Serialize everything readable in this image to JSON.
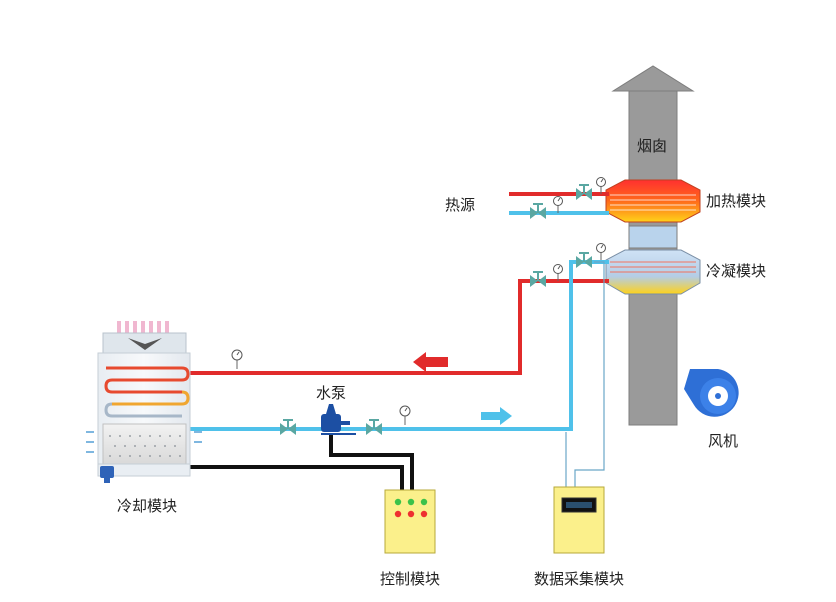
{
  "labels": {
    "chimney": "烟囱",
    "heat_source": "热源",
    "heating_module": "加热模块",
    "condensing_module": "冷凝模块",
    "water_pump": "水泵",
    "fan": "风机",
    "cooling_module": "冷却模块",
    "control_module": "控制模块",
    "data_acquisition_module": "数据采集模块"
  },
  "colors": {
    "hot_pipe": "#e12b2b",
    "cold_pipe": "#4fc1ea",
    "cable": "#111111",
    "chimney": "#9a9a9a",
    "valve": "#5aa7a2",
    "pump": "#1c4fa3",
    "fan": "#2e6fd6",
    "box_yellow": "#fbf08b",
    "heater_band": "#ff7a1a",
    "condenser_band": "#bcd3ea"
  },
  "icons": {
    "valve": "valve-icon",
    "gauge": "pressure-gauge-icon",
    "pump": "water-pump-icon",
    "fan": "centrifugal-fan-icon",
    "flow_arrow": "flow-arrow-icon"
  }
}
